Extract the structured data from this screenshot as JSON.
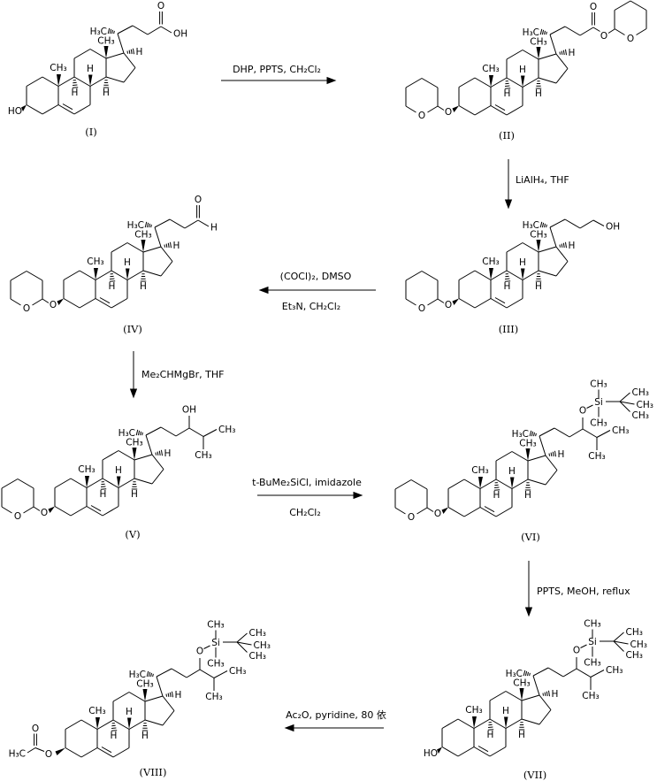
{
  "scheme": {
    "description": "Eight-step steroid synthesis scheme",
    "background": "#ffffff",
    "line_color": "#000000"
  },
  "atoms": {
    "h3c": "H₃C",
    "ch3": "CH₃",
    "h": "H",
    "o": "O",
    "oh": "OH",
    "ho": "HO",
    "si": "Si"
  },
  "compounds": [
    {
      "id": "(I)"
    },
    {
      "id": "(II)"
    },
    {
      "id": "(III)"
    },
    {
      "id": "(IV)"
    },
    {
      "id": "(V)"
    },
    {
      "id": "(VI)"
    },
    {
      "id": "(VII)"
    },
    {
      "id": "(VIII)"
    }
  ],
  "steps": [
    {
      "from": "(I)",
      "to": "(II)",
      "direction": "right",
      "line1": "DHP, PPTS, CH₂Cl₂",
      "line2": ""
    },
    {
      "from": "(II)",
      "to": "(III)",
      "direction": "down",
      "line1": "LiAlH₄, THF",
      "line2": ""
    },
    {
      "from": "(III)",
      "to": "(IV)",
      "direction": "left",
      "line1": "(COCl)₂, DMSO",
      "line2": "Et₃N, CH₂Cl₂"
    },
    {
      "from": "(IV)",
      "to": "(V)",
      "direction": "down",
      "line1": "Me₂CHMgBr, THF",
      "line2": ""
    },
    {
      "from": "(V)",
      "to": "(VI)",
      "direction": "right",
      "line1": "t-BuMe₂SiCl, imidazole",
      "line2": "CH₂Cl₂"
    },
    {
      "from": "(VI)",
      "to": "(VII)",
      "direction": "down",
      "line1": "PPTS, MeOH, reflux",
      "line2": ""
    },
    {
      "from": "(VII)",
      "to": "(VIII)",
      "direction": "left",
      "line1": "Ac₂O, pyridine, 80 依",
      "line2": ""
    }
  ]
}
